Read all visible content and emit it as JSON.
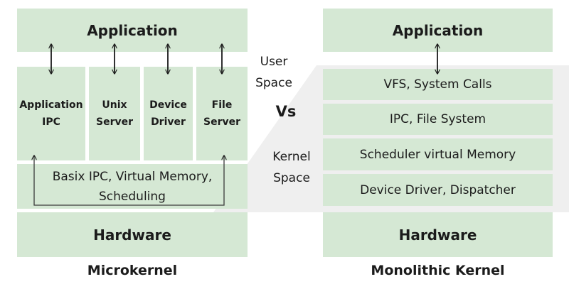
{
  "microkernel": {
    "application": "Application",
    "services": [
      {
        "line1": "Application",
        "line2": "IPC"
      },
      {
        "line1": "Unix",
        "line2": "Server"
      },
      {
        "line1": "Device",
        "line2": "Driver"
      },
      {
        "line1": "File",
        "line2": "Server"
      }
    ],
    "kernel_line1": "Basix IPC, Virtual Memory,",
    "kernel_line2": "Scheduling",
    "hardware": "Hardware",
    "caption": "Microkernel"
  },
  "middle": {
    "user_space_line1": "User",
    "user_space_line2": "Space",
    "vs": "Vs",
    "kernel_space_line1": "Kernel",
    "kernel_space_line2": "Space"
  },
  "monolithic": {
    "application": "Application",
    "layers": [
      "VFS, System Calls",
      "IPC, File System",
      "Scheduler virtual Memory",
      "Device Driver, Dispatcher"
    ],
    "hardware": "Hardware",
    "caption": "Monolithic Kernel"
  },
  "colors": {
    "box_fill": "#d5e8d4",
    "kernel_band": "#efefef",
    "text": "#1b1b1b"
  }
}
